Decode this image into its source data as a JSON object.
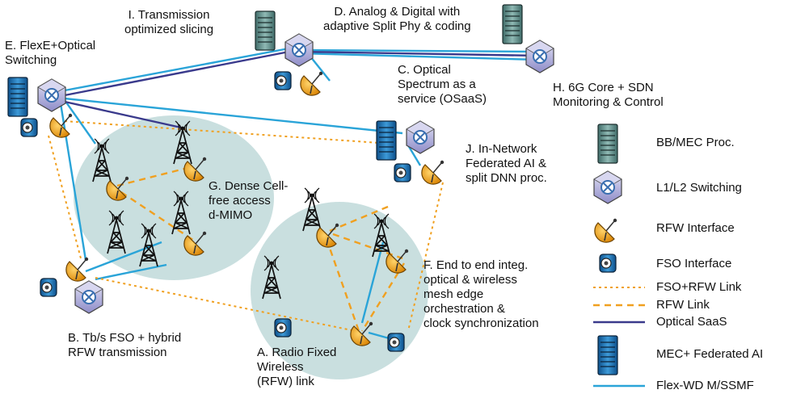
{
  "labels": {
    "I": "I. Transmission\noptimized slicing",
    "D": "D. Analog & Digital with\nadaptive Split Phy & coding",
    "E": "E. FlexE+Optical\nSwitching",
    "C": "C. Optical\nSpectrum as a\nservice (OSaaS)",
    "H": "H. 6G Core + SDN\nMonitoring & Control",
    "J": "J. In-Network\nFederated AI &\nsplit DNN proc.",
    "G": "G. Dense Cell-\nfree access\nd-MIMO",
    "F": "F. End to end integ.\noptical & wireless\nmesh edge\norchestration &\nclock synchronization",
    "B": "B. Tb/s FSO + hybrid\nRFW transmission",
    "A": "A. Radio Fixed\nWireless\n(RFW) link"
  },
  "legend": {
    "bb_mec": "BB/MEC Proc.",
    "switching": "L1/L2 Switching",
    "rfw_interface": "RFW Interface",
    "fso_interface": "FSO Interface",
    "fso_rfw_link": "FSO+RFW Link",
    "rfw_link": "RFW Link",
    "optical_saas": "Optical SaaS",
    "mec_fed_ai": "MEC+ Federated AI",
    "flex_wdm": "Flex-WD M/SSMF"
  },
  "colors": {
    "fiber": "#2aa4d8",
    "saas": "#3a3a8c",
    "rfw_orange": "#f0a020",
    "cell_area": "#c9dfdf",
    "server_teal": "#5c8a86",
    "server_blue": "#1f6fb4",
    "switch_lilac": "#b8b6e0"
  }
}
